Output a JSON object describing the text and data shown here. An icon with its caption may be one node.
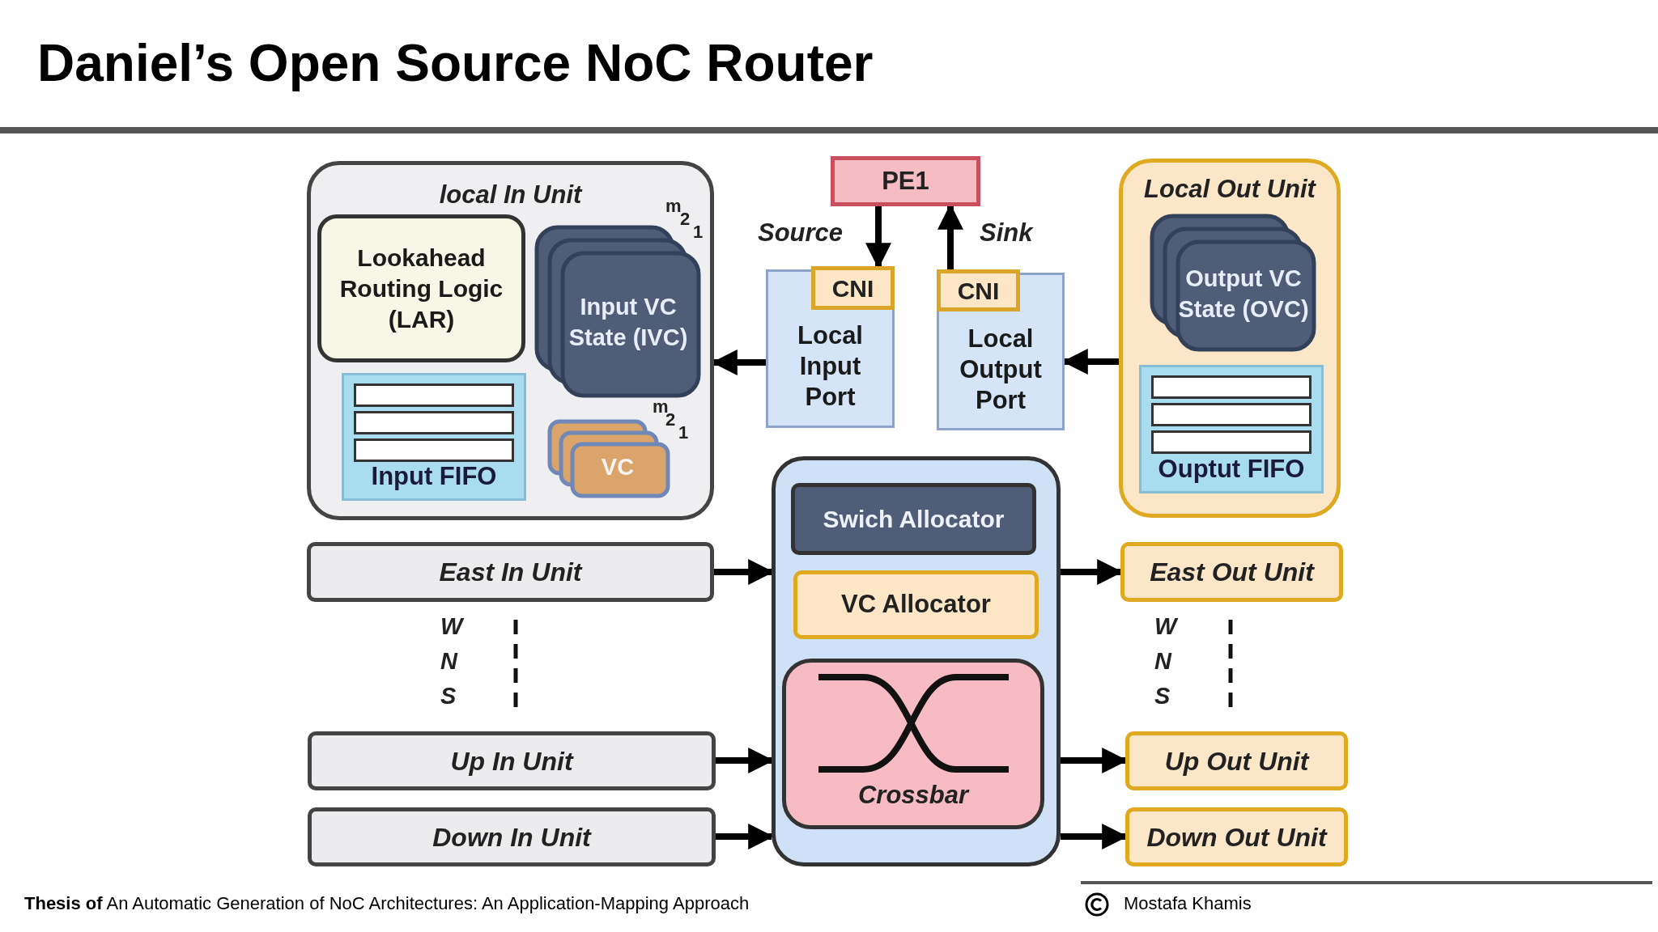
{
  "diagram": {
    "title": "Daniel’s Open Source NoC Router",
    "nodes": [
      {
        "text": [
          "local In Unit"
        ]
      },
      {
        "text": [
          "Lookahead Routing Logic (LAR)"
        ],
        "in": 0
      },
      {
        "text": [
          "Input VC State (IVC)"
        ],
        "in": 0
      },
      {
        "text": [
          "Input FIFO"
        ],
        "in": 0
      },
      {
        "text": [
          "VC"
        ],
        "in": 0
      },
      {
        "text": [
          "PE1"
        ]
      },
      {
        "text": [
          "Local Input Port"
        ]
      },
      {
        "text": [
          "CNI"
        ],
        "in": 6
      },
      {
        "text": [
          "Local Output Port"
        ]
      },
      {
        "text": [
          "CNI"
        ],
        "in": 8
      },
      {
        "text": [
          "Local Out Unit"
        ]
      },
      {
        "text": [
          "Output VC State (OVC)"
        ],
        "in": 10
      },
      {
        "text": [
          "Ouptut FIFO"
        ],
        "in": 10
      },
      {
        "text": [],
        "shape": "box"
      },
      {
        "text": [
          "Swich Allocator"
        ],
        "in": 13
      },
      {
        "text": [
          "VC Allocator"
        ],
        "in": 13
      },
      {
        "text": [
          "Crossbar"
        ],
        "in": 13
      },
      {
        "text": [
          "East In Unit"
        ]
      },
      {
        "text": [
          "Up In Unit"
        ]
      },
      {
        "text": [
          "Down In Unit"
        ]
      },
      {
        "text": [
          "East Out Unit"
        ]
      },
      {
        "text": [
          "Up Out Unit"
        ]
      },
      {
        "text": [
          "Down Out Unit"
        ]
      }
    ],
    "edges": [
      {
        "from": 5,
        "to": 7,
        "arrow": "to",
        "label": "Source"
      },
      {
        "from": 9,
        "to": 5,
        "arrow": "to",
        "label": "Sink"
      },
      {
        "from": 6,
        "to": 0,
        "arrow": "to"
      },
      {
        "from": 10,
        "to": 8,
        "arrow": "to"
      },
      {
        "from": 17,
        "to": 13,
        "arrow": "to"
      },
      {
        "from": 18,
        "to": 13,
        "arrow": "to"
      },
      {
        "from": 19,
        "to": 13,
        "arrow": "to"
      },
      {
        "from": 13,
        "to": 20,
        "arrow": "to"
      },
      {
        "from": 13,
        "to": 21,
        "arrow": "to"
      },
      {
        "from": 13,
        "to": 22,
        "arrow": "to"
      }
    ],
    "labels": [
      "m",
      "2",
      "1",
      "m",
      "2",
      "1",
      "W",
      "N",
      "S",
      "W",
      "N",
      "S",
      "**Thesis of** An Automatic Generation of NoC Architectures: An Application-Mapping Approach",
      "Mostafa Khamis"
    ]
  }
}
